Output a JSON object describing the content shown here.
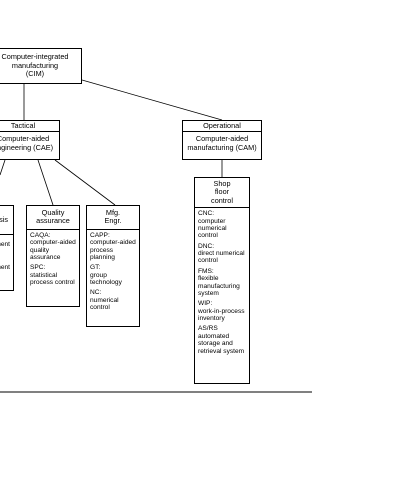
{
  "root": {
    "label": "Computer-integrated\nmanufacturing\n(CIM)"
  },
  "tactical": {
    "header": "Tactical",
    "title": "Computer-aided\nengineering (CAE)"
  },
  "operational": {
    "header": "Operational",
    "title": "Computer-aided\nmanufacturing (CAM)"
  },
  "left_partial": {
    "title": "sis",
    "lines": [
      "ment",
      "ment"
    ]
  },
  "quality": {
    "title": "Quality\nassurance",
    "entries": [
      {
        "term": "CAQA:",
        "desc": "computer-aided quality assurance"
      },
      {
        "term": "SPC:",
        "desc": "statistical process control"
      }
    ]
  },
  "mfg": {
    "title": "Mfg.\nEngr.",
    "entries": [
      {
        "term": "CAPP:",
        "desc": "computer-aided process planning"
      },
      {
        "term": "GT:",
        "desc": "group technology"
      },
      {
        "term": "NC:",
        "desc": "numerical control"
      }
    ]
  },
  "shop_floor": {
    "title": "Shop\nfloor\ncontrol",
    "entries": [
      {
        "term": "CNC:",
        "desc": "computer numerical control"
      },
      {
        "term": "DNC:",
        "desc": "direct numerical control"
      },
      {
        "term": "FMS:",
        "desc": "flexible manufacturing system"
      },
      {
        "term": "WIP:",
        "desc": "work-in-process inventory"
      },
      {
        "term": "AS/RS",
        "desc": "automated storage and retrieval system"
      }
    ]
  }
}
